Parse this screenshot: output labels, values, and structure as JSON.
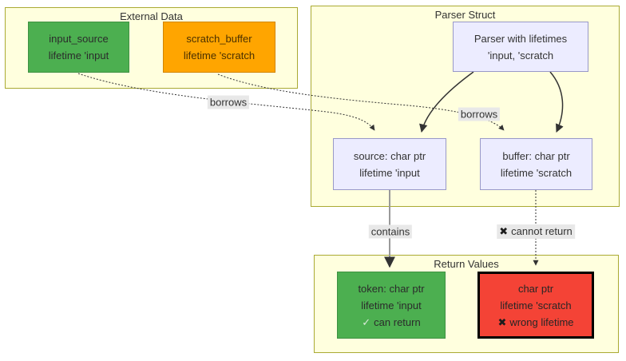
{
  "diagram": {
    "clusters": {
      "external_data": {
        "title": "External Data"
      },
      "parser_struct": {
        "title": "Parser Struct"
      },
      "return_values": {
        "title": "Return Values"
      }
    },
    "nodes": {
      "input_source": {
        "line1": "input_source",
        "line2": "lifetime 'input"
      },
      "scratch_buffer": {
        "line1": "scratch_buffer",
        "line2": "lifetime 'scratch"
      },
      "parser": {
        "line1": "Parser with lifetimes",
        "line2": "'input, 'scratch"
      },
      "source": {
        "line1": "source: char ptr",
        "line2": "lifetime 'input"
      },
      "buffer": {
        "line1": "buffer: char ptr",
        "line2": "lifetime 'scratch"
      },
      "token": {
        "line1": "token: char ptr",
        "line2": "lifetime 'input",
        "line3_icon": "✓",
        "line3_text": "can return"
      },
      "invalid_return": {
        "line1": "char ptr",
        "line2": "lifetime 'scratch",
        "line3_icon": "✖",
        "line3_text": "wrong lifetime"
      }
    },
    "edge_labels": {
      "borrows_input": "borrows",
      "borrows_scratch": "borrows",
      "contains": "contains",
      "cannot_return_icon": "✖",
      "cannot_return_text": "cannot return"
    },
    "colors": {
      "cluster_fill": "#ffffde",
      "cluster_border": "#aaaa33",
      "node_fill": "#ececff",
      "node_border": "#9898c8",
      "ok_green": "#4caf50",
      "warn_orange": "#ffa500",
      "error_red": "#f44336",
      "edge_label_bg": "#e8e8e8",
      "edge_dark": "#333333",
      "edge_gray": "#999999",
      "text": "#333333"
    }
  }
}
